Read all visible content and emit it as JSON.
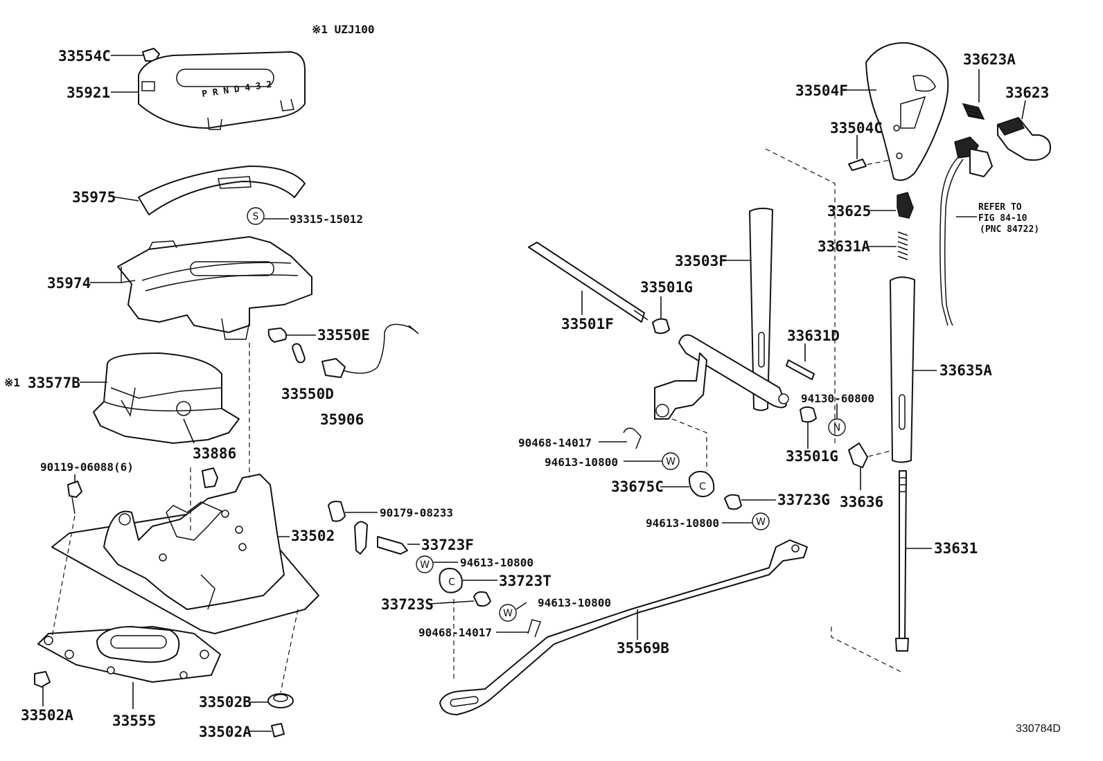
{
  "note": "※1 UZJ100",
  "figure_id": "330784D",
  "labels": {
    "p33554C": "33554C",
    "p35921": "35921",
    "p35975": "35975",
    "p93315": "93315-15012",
    "p35974": "35974",
    "p33550E": "33550E",
    "mark1": "※1",
    "p33577B": "33577B",
    "p33550D": "33550D",
    "p35906": "35906",
    "p33886": "33886",
    "p90119": "90119-06088(6)",
    "p33502": "33502",
    "p90179": "90179-08233",
    "p33723F": "33723F",
    "p94613a": "94613-10800",
    "p33723T": "33723T",
    "p33723S": "33723S",
    "p94613b": "94613-10800",
    "p90468b": "90468-14017",
    "p33502A1": "33502A",
    "p33555": "33555",
    "p33502B": "33502B",
    "p33502A2": "33502A",
    "p35569B": "35569B",
    "p33501F": "33501F",
    "p33501G1": "33501G",
    "p33503F": "33503F",
    "p33631D": "33631D",
    "p94130": "94130-60800",
    "p33501G2": "33501G",
    "p90468a": "90468-14017",
    "p94613c": "94613-10800",
    "p33675C": "33675C",
    "p33723G": "33723G",
    "p94613d": "94613-10800",
    "p33504F": "33504F",
    "p33504C": "33504C",
    "p33623A": "33623A",
    "p33623": "33623",
    "p33625": "33625",
    "p33631A": "33631A",
    "p33635A": "33635A",
    "p33636": "33636",
    "p33631": "33631"
  },
  "refer": {
    "line1": "REFER TO",
    "line2": "FIG 84-10",
    "line3": "(PNC 84722)"
  },
  "symbols": {
    "s": "S",
    "n": "N",
    "w": "W",
    "c": "C"
  },
  "indicator": {
    "gears": "P R N D 4 3 2"
  }
}
